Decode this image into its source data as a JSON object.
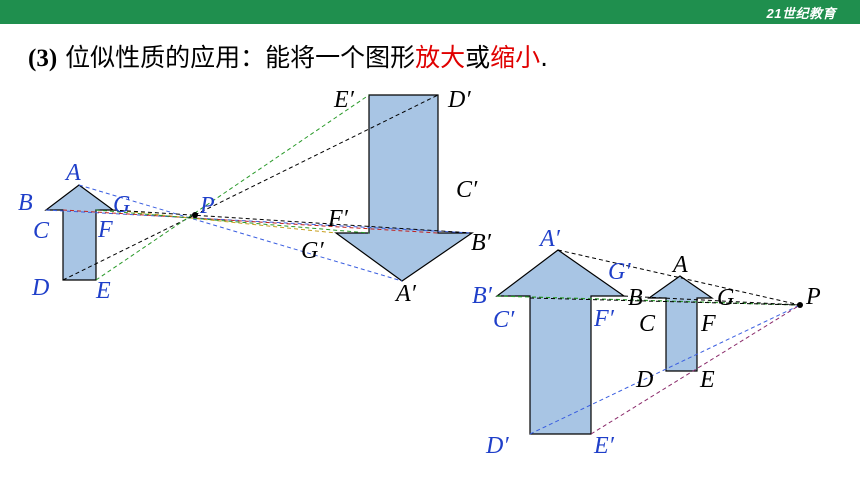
{
  "logo": {
    "text": "21世纪教育"
  },
  "title": {
    "number": "(3)",
    "text_before": " 位似性质的应用：能将一个图形",
    "enlarge": "放大",
    "or": "或",
    "shrink": "缩小",
    "period": "."
  },
  "figure1": {
    "labels": {
      "A": "A",
      "B": "B",
      "C": "C",
      "D": "D",
      "E": "E",
      "F": "F",
      "G": "G",
      "P": "P",
      "A_prime": "A′",
      "B_prime": "B′",
      "C_prime": "C′",
      "D_prime": "D′",
      "E_prime": "E′",
      "F_prime": "F′",
      "G_prime": "G′"
    }
  },
  "figure2": {
    "labels": {
      "A": "A",
      "B": "B",
      "C": "C",
      "D": "D",
      "E": "E",
      "F": "F",
      "G": "G",
      "P": "P",
      "A_prime": "A′",
      "B_prime": "B′",
      "C_prime": "C′",
      "D_prime": "D′",
      "E_prime": "E′",
      "F_prime": "F′",
      "G_prime": "G′"
    }
  },
  "colors": {
    "shape_fill": "#a8c5e4",
    "label_blue": "#1f3fc9",
    "highlight_red": "#e00000",
    "green_line": "#2a9a2a",
    "blue_line": "#3a5ee0",
    "red_line": "#c02020",
    "purple_line": "#8a2a6a"
  }
}
